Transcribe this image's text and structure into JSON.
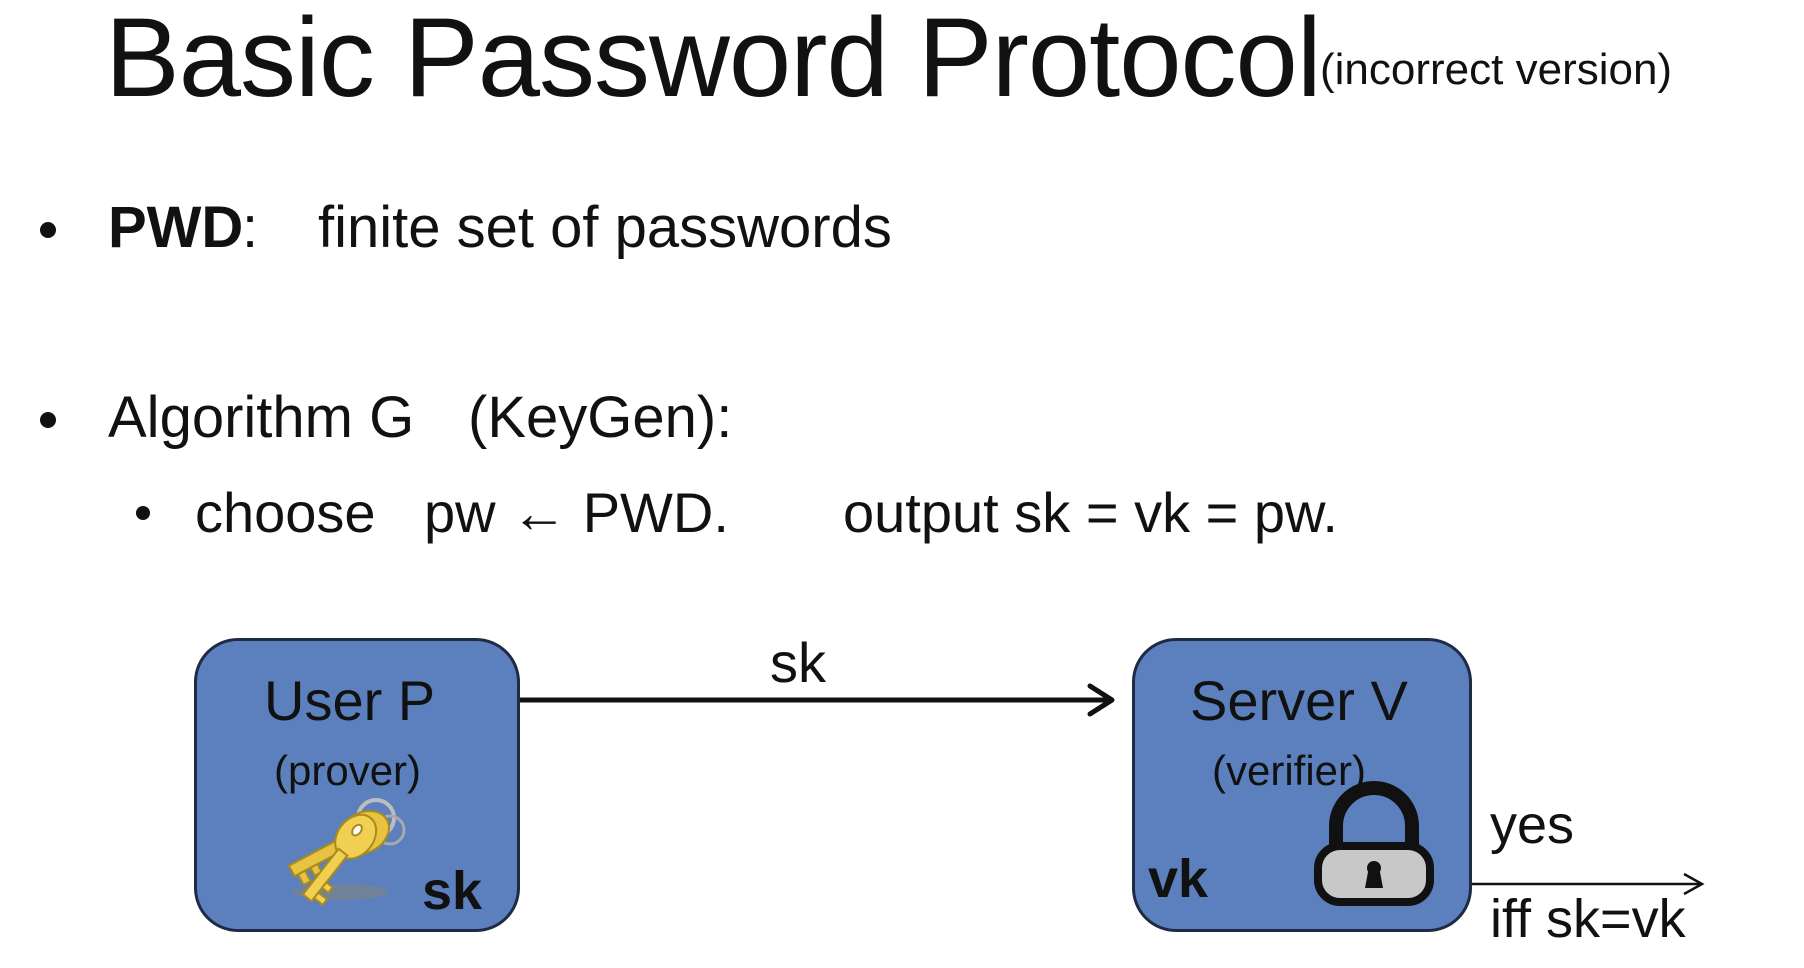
{
  "title": "Basic Password Protocol",
  "subtitle": "(incorrect version)",
  "bullets": {
    "pwd": {
      "term": "PWD",
      "colon": ":",
      "desc": "finite set of passwords"
    },
    "algorithm": {
      "label": "Algorithm G",
      "paren": "(KeyGen):",
      "sub": {
        "choose": "choose",
        "pw": "pw ← PWD.",
        "output": "output  sk = vk = pw."
      }
    }
  },
  "diagram": {
    "user": {
      "title": "User  P",
      "sub": "(prover)",
      "key": "sk",
      "icon": "keys-icon"
    },
    "server": {
      "title": "Server V",
      "sub": "(verifier)",
      "key": "vk",
      "icon": "padlock-icon"
    },
    "arrow_label": "sk",
    "result_yes": "yes",
    "result_condition": "iff  sk=vk",
    "colors": {
      "box_fill": "#5b80bd",
      "box_border": "#1f2a44",
      "key_gold": "#e8c341",
      "lock_gray": "#c8c8c8"
    }
  }
}
